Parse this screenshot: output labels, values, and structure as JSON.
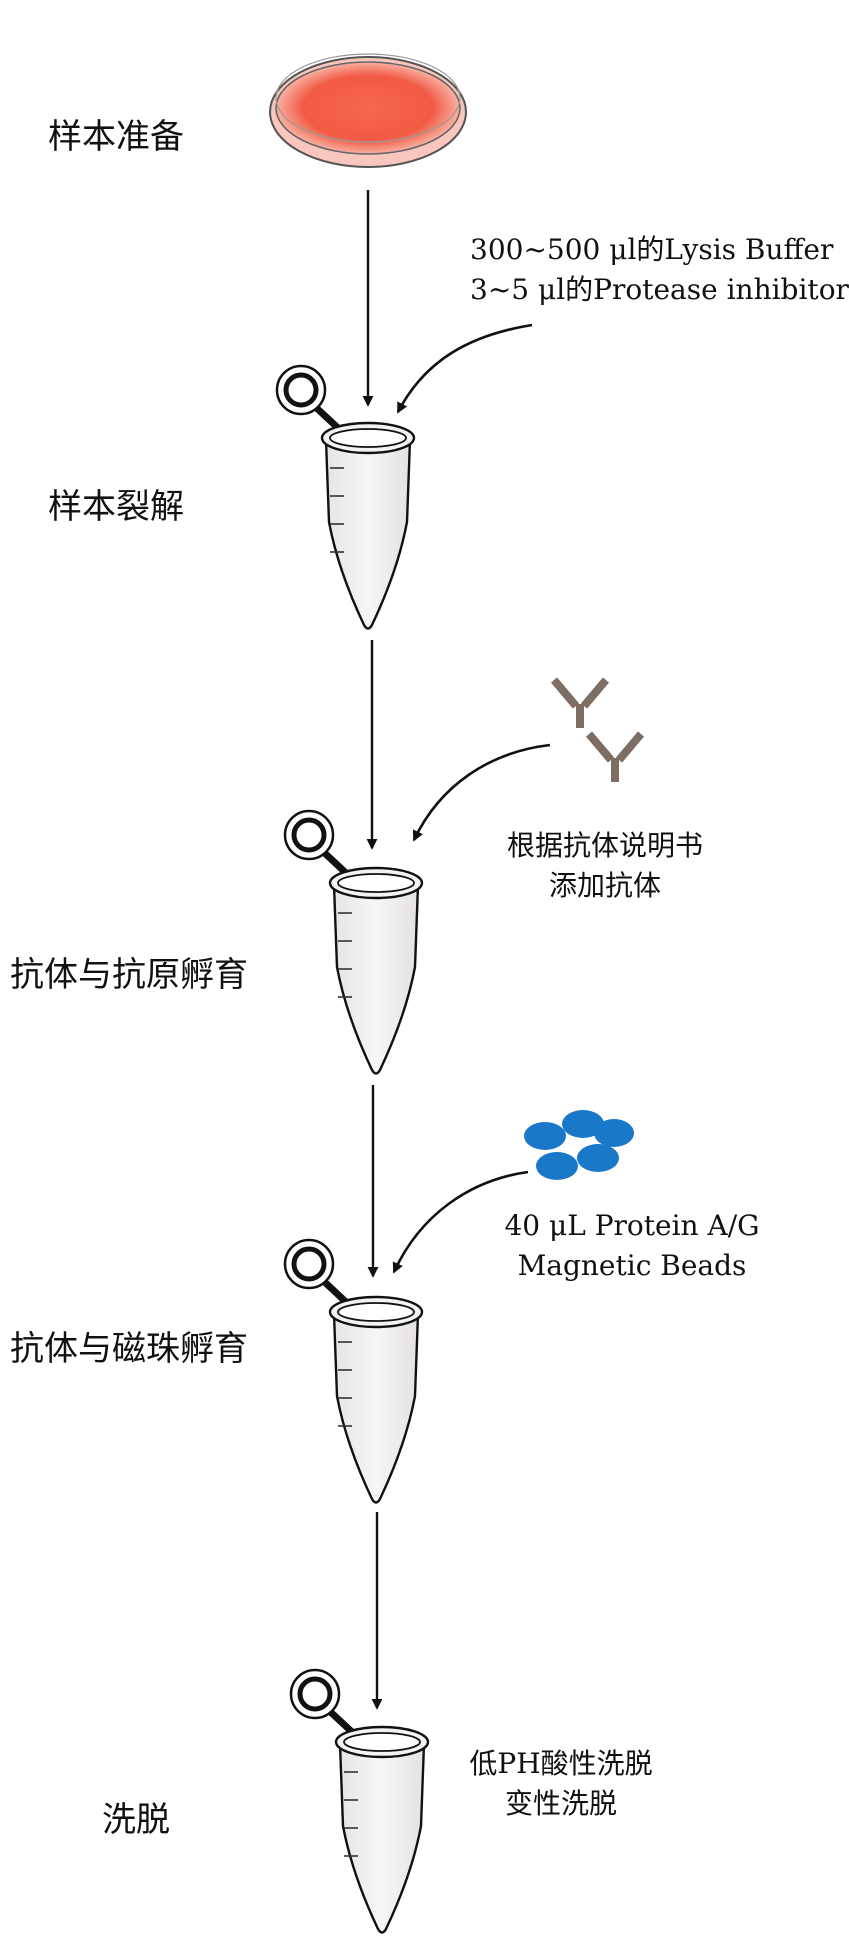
{
  "steps": [
    {
      "label": "样本准备"
    },
    {
      "label": "样本裂解"
    },
    {
      "label": "抗体与抗原孵育"
    },
    {
      "label": "抗体与磁珠孵育"
    },
    {
      "label": "洗脱"
    }
  ],
  "annotations": {
    "lysis": {
      "line1": "300~500 μl的Lysis Buffer",
      "line2": "3~5 μl的Protease inhibitor"
    },
    "antibody": {
      "line1": "根据抗体说明书",
      "line2": "添加抗体"
    },
    "beads": {
      "line1": "40 μL Protein A/G",
      "line2": "Magnetic Beads"
    },
    "elution": {
      "line1": "低PH酸性洗脱",
      "line2": "变性洗脱"
    }
  },
  "icons": {
    "petri_dish": "petri-dish-icon",
    "tube": "microcentrifuge-tube-icon",
    "antibody": "antibody-icon",
    "beads": "magnetic-beads-icon"
  },
  "colors": {
    "culture": "#f25a45",
    "antibody": "#7d6d63",
    "beads": "#1a78c8",
    "tube_fill": "#f3f1f1",
    "stroke": "#111111"
  }
}
